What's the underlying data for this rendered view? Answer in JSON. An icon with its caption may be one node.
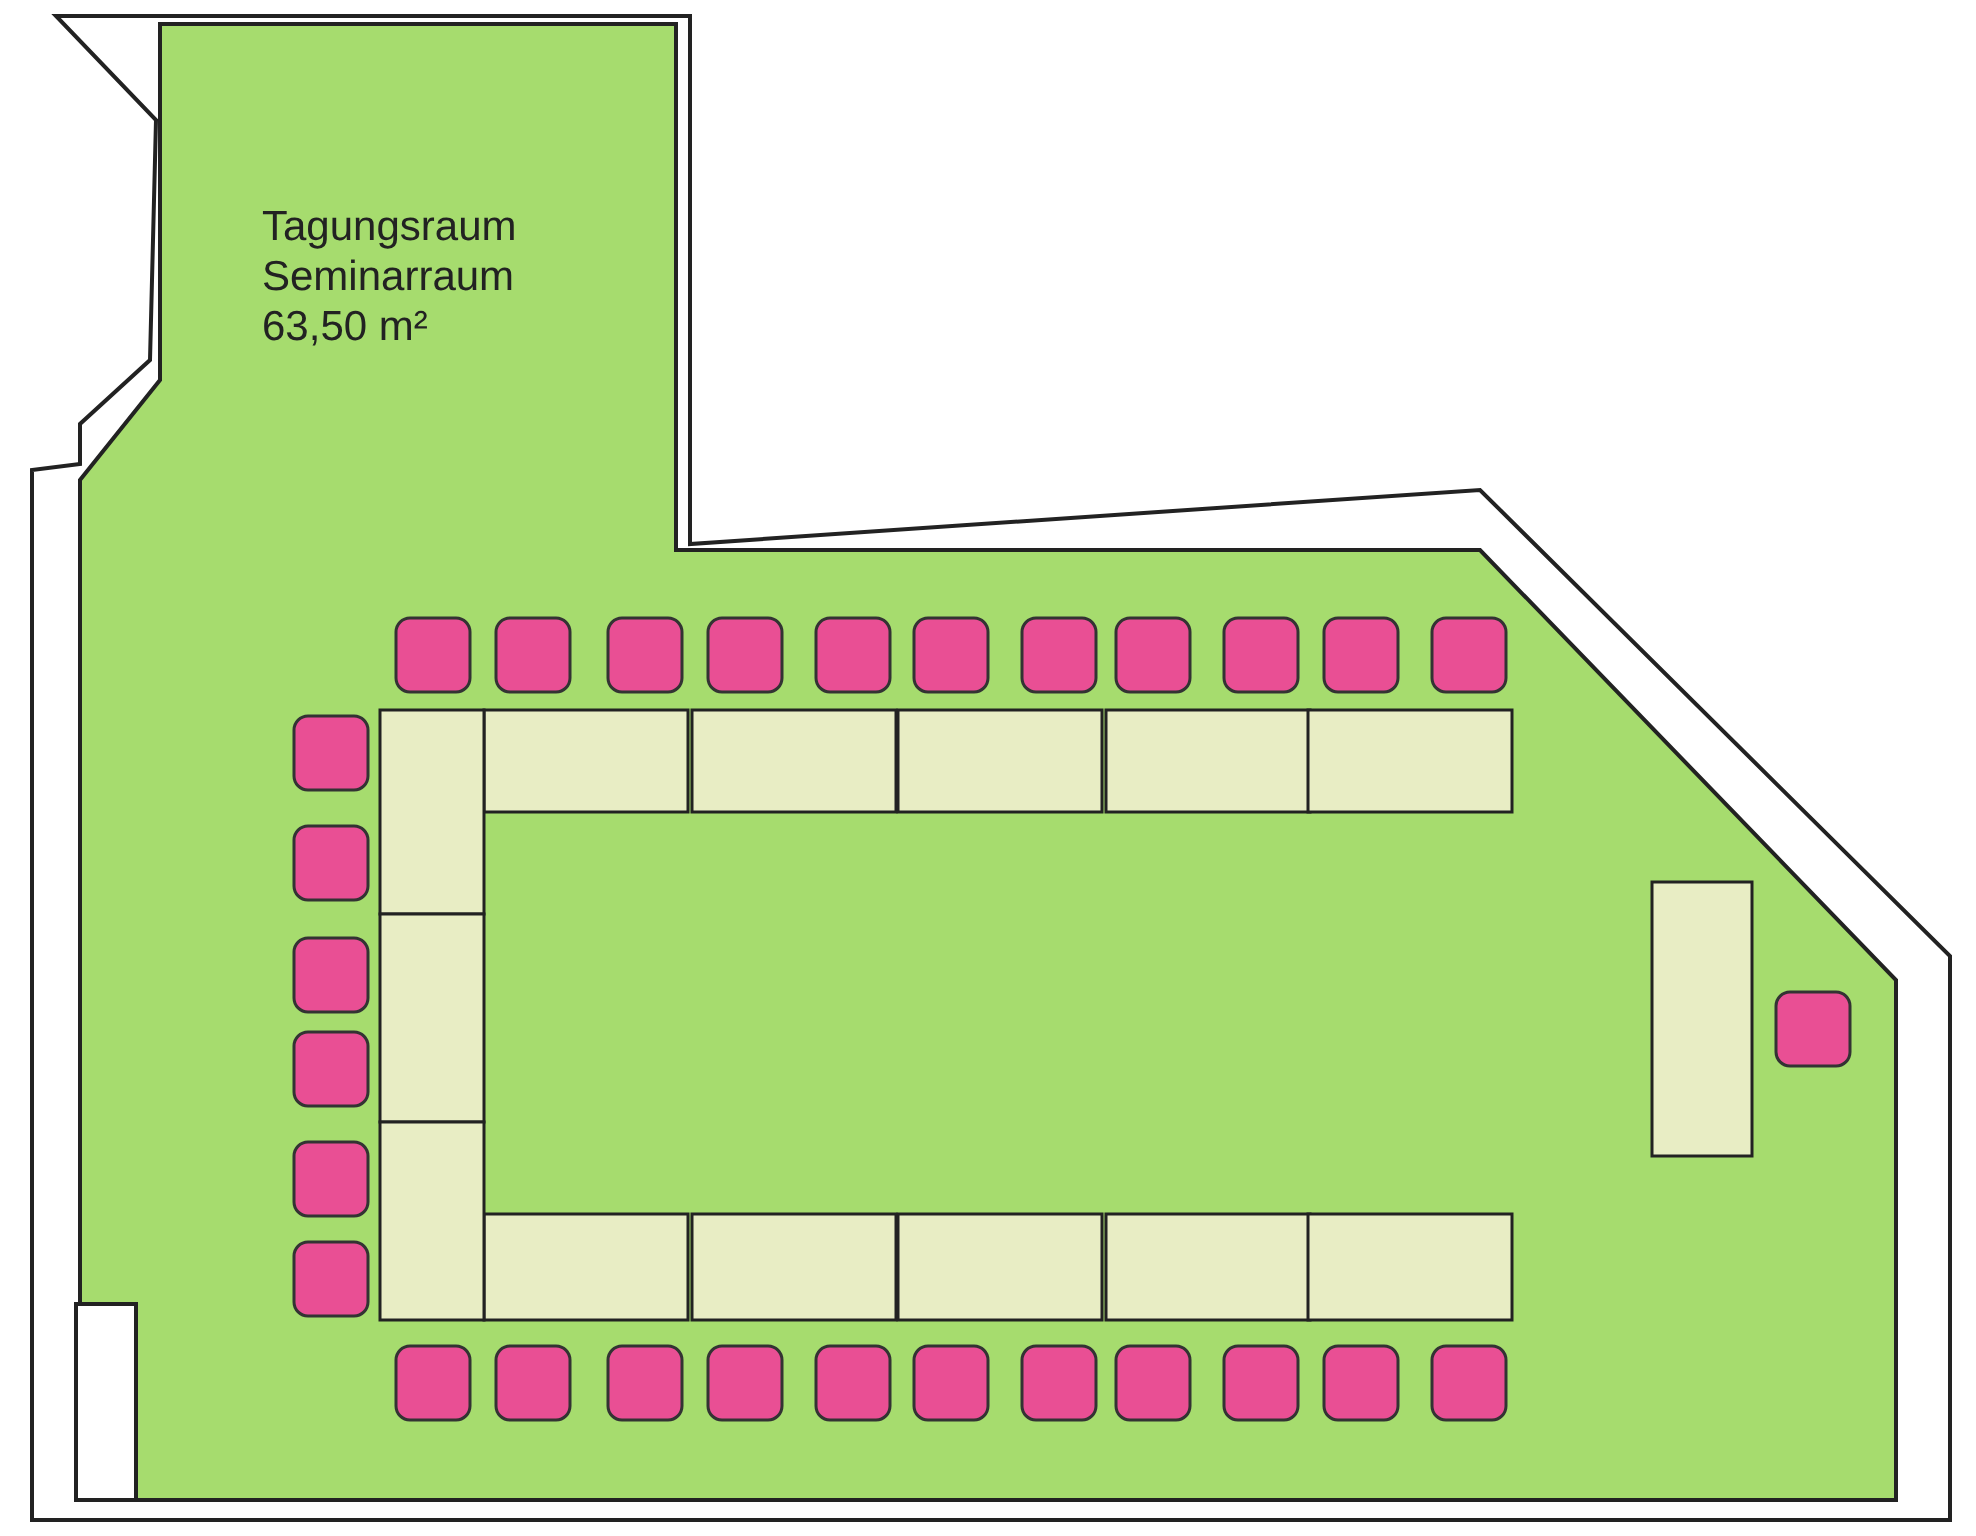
{
  "diagram": {
    "nodes": [
      {
        "text": [
          "Tagungsraum",
          "Seminarraum",
          "63,50 m²"
        ]
      }
    ]
  }
}
